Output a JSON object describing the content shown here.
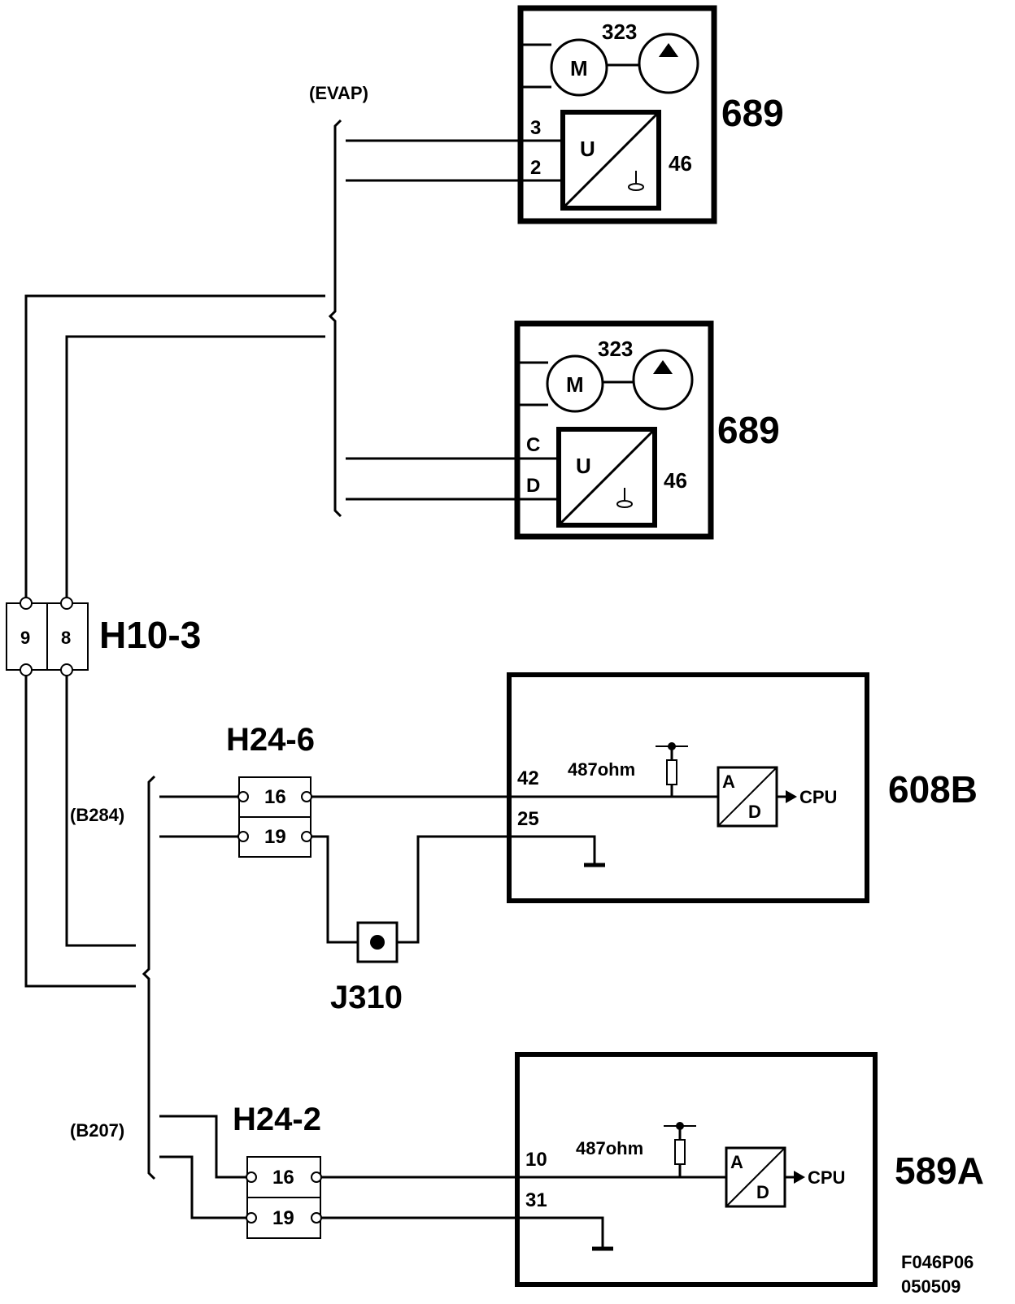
{
  "harness_labels": {
    "evap": "(EVAP)",
    "b284": "(B284)",
    "b207": "(B207)"
  },
  "connectors": {
    "h10_3": {
      "name": "H10-3",
      "pins": [
        "9",
        "8"
      ]
    },
    "h24_6": {
      "name": "H24-6",
      "pins": [
        "16",
        "19"
      ]
    },
    "h24_2": {
      "name": "H24-2",
      "pins": [
        "16",
        "19"
      ]
    },
    "j310": {
      "name": "J310"
    }
  },
  "components": {
    "unit_689_top": {
      "id": "689",
      "motor_symbol": "M",
      "motor_pump_ref": "323",
      "sensor_symbol": "U",
      "sensor_ref": "46",
      "pins": [
        "3",
        "2"
      ]
    },
    "unit_689_bottom": {
      "id": "689",
      "motor_symbol": "M",
      "motor_pump_ref": "323",
      "sensor_symbol": "U",
      "sensor_ref": "46",
      "pins": [
        "C",
        "D"
      ]
    },
    "ecu_608b": {
      "id": "608B",
      "resistor": "487ohm",
      "adc_a": "A",
      "adc_d": "D",
      "cpu": "CPU",
      "pins": [
        "42",
        "25"
      ]
    },
    "ecu_589a": {
      "id": "589A",
      "resistor": "487ohm",
      "adc_a": "A",
      "adc_d": "D",
      "cpu": "CPU",
      "pins": [
        "10",
        "31"
      ]
    }
  },
  "figure_code": [
    "F046P06",
    "050509"
  ]
}
